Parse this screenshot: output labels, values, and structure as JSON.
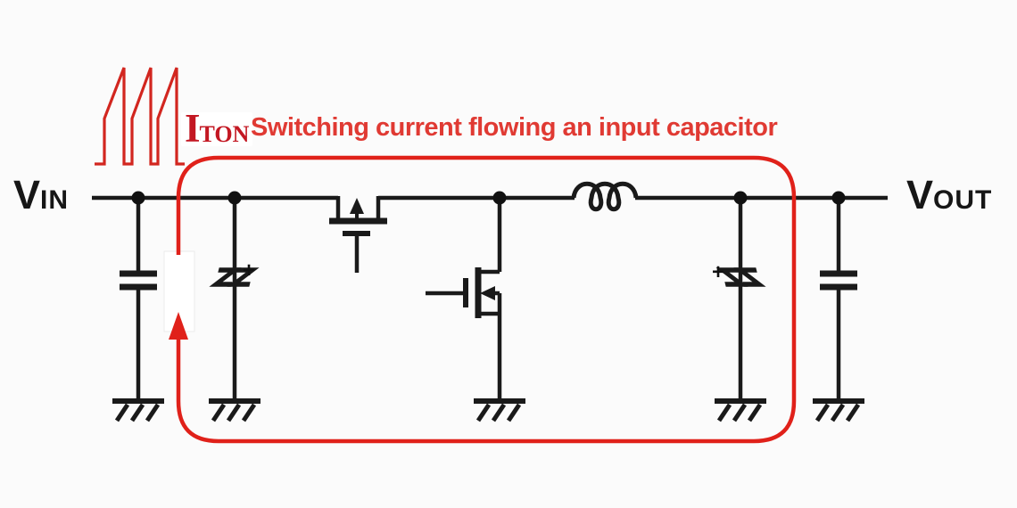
{
  "figure": {
    "type": "buck-converter-schematic",
    "topic": "Switching current flowing an input capacitor"
  },
  "caption": {
    "text": "Switching current flowing an input capacitor",
    "color": "#e03a33"
  },
  "current_label": {
    "symbol": "I",
    "subscript": "TON",
    "color": "#c31722"
  },
  "terminals": {
    "input": {
      "letter": "V",
      "subscript": "IN"
    },
    "output": {
      "letter": "V",
      "subscript": "OUT"
    }
  },
  "waveform": {
    "name": "switching-current-pulse-train",
    "pulse_count": 3,
    "color": "#d2261f"
  },
  "current_loop": {
    "color": "#e0211a",
    "arrow_direction": "up"
  },
  "components": {
    "input_ceramic_capacitor": {
      "type": "ceramic-capacitor"
    },
    "input_electrolytic_capacitor": {
      "type": "electrolytic-capacitor",
      "polarity_mark": "+"
    },
    "high_side_mosfet": {
      "type": "p-channel-mosfet"
    },
    "low_side_mosfet": {
      "type": "n-channel-mosfet"
    },
    "inductor": {
      "type": "inductor"
    },
    "output_electrolytic_capacitor": {
      "type": "electrolytic-capacitor",
      "polarity_mark": "+"
    },
    "output_ceramic_capacitor": {
      "type": "ceramic-capacitor"
    },
    "ground_symbol_count": 5,
    "wire_color": "#1a1a1a"
  }
}
